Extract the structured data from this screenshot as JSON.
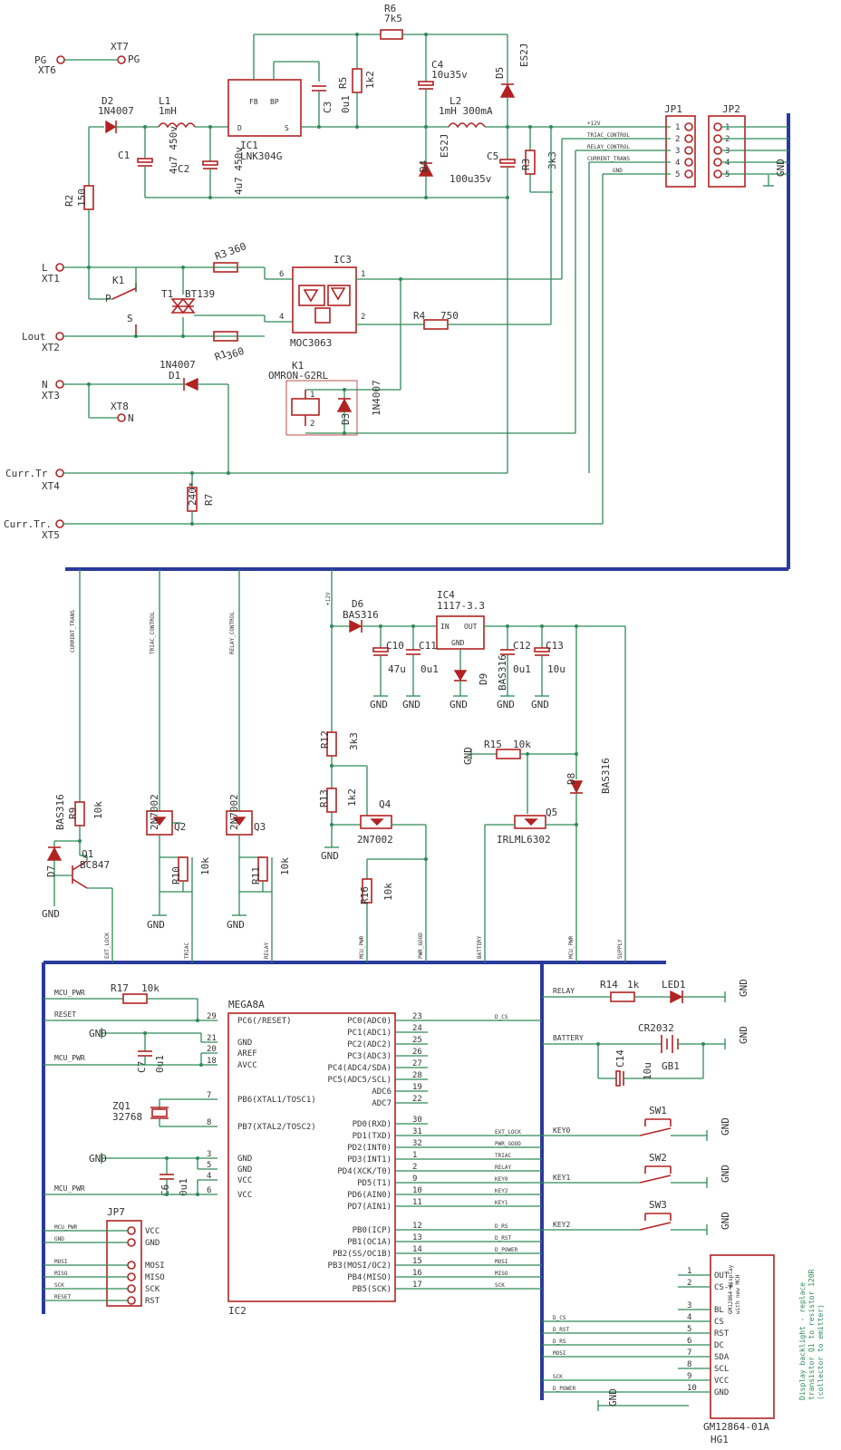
{
  "top": {
    "pg_label": "PG",
    "xt6": "XT6",
    "xt7": "XT7",
    "pg2": "PG",
    "d2": "D2",
    "d2_part": "1N4007",
    "l1": "L1",
    "l1_val": "1mH",
    "ic1_fb": "FB",
    "ic1_bp": "BP",
    "ic1_d": "D",
    "ic1_s": "S",
    "ic1": "IC1",
    "ic1_part": "LNK304G",
    "c3": "C3",
    "c3_val": "0u1",
    "r6": "R6",
    "r6_val": "7k5",
    "r5": "R5",
    "r5_val": "1k2",
    "c4": "C4",
    "c4_val": "10u35v",
    "d5": "D5",
    "d5_part": "ES2J",
    "l2": "L2",
    "l2_val": "1mH 300mA",
    "c1": "C1",
    "c1_val": "4u7 450v",
    "c2": "C2",
    "c2_val": "4u7 450v",
    "d4": "D4",
    "d4_part": "ES2J",
    "c5": "C5",
    "c5_val": "100u35v",
    "r3b": "R3",
    "r3b_val": "3k3",
    "r2": "R2",
    "r2_val": "150",
    "jp1": "JP1",
    "jp2": "JP2",
    "jp1_pins": [
      "1",
      "2",
      "3",
      "4",
      "5"
    ],
    "nets": [
      "+12V",
      "TRIAC_CONTROL",
      "RELAY_CONTROL",
      "CURRENT_TRANS",
      "GND"
    ],
    "gnd": "GND",
    "l_label": "L",
    "xt1": "XT1",
    "lout": "Lout",
    "xt2": "XT2",
    "n_label": "N",
    "xt3": "XT3",
    "xt8": "XT8",
    "n2": "N",
    "currtr": "Curr.Tr",
    "xt4": "XT4",
    "currtr2": "Curr.Tr.",
    "xt5": "XT5",
    "k1": "K1",
    "k1_p": "P",
    "k1_s": "S",
    "t1": "T1",
    "t1_part": "BT139",
    "r3": "R3",
    "r3_val": "360",
    "r1": "R1",
    "r1_val": "360",
    "ic3": "IC3",
    "ic3_part": "MOC3063",
    "ic3_p6": "6",
    "ic3_p4": "4",
    "ic3_p1": "1",
    "ic3_p2": "2",
    "r4": "R4",
    "r4_val": "750",
    "k1b": "K1",
    "k1b_part": "OMRON-G2RL",
    "k1b_p1": "1",
    "k1b_p2": "2",
    "d3": "D3",
    "d3_part": "1N4007",
    "d1": "D1",
    "d1_part": "1N4007",
    "r7": "R7",
    "r7_val": "240*"
  },
  "mid": {
    "current_trans": "CURRENT_TRANS",
    "triac_control": "TRIAC_CONTROL",
    "relay_control": "RELAY_CONTROL",
    "plus12": "+12V",
    "d6": "D6",
    "d6_part": "BAS316",
    "ic4": "IC4",
    "ic4_part": "1117-3.3",
    "ic4_in": "IN",
    "ic4_out": "OUT",
    "ic4_gnd": "GND",
    "c10": "C10",
    "c10_val": "47u",
    "c11": "C11",
    "c11_val": "0u1",
    "d9": "D9",
    "d9_part": "BAS316",
    "c12": "C12",
    "c12_val": "0u1",
    "c13": "C13",
    "c13_val": "10u",
    "gnd": "GND",
    "r12": "R12",
    "r12_val": "3k3",
    "r13": "R13",
    "r13_val": "1k2",
    "q4": "Q4",
    "q4_part": "2N7002",
    "r15": "R15",
    "r15_val": "10k",
    "q5": "Q5",
    "q5_part": "IRLML6302",
    "d8": "D8",
    "d8_part": "BAS316",
    "r16": "R16",
    "r16_val": "10k",
    "r9": "R9",
    "r9_val": "10k",
    "d7": "D7",
    "d7_part": "BAS316",
    "q1": "Q1",
    "q1_part": "BC847",
    "q2": "Q2",
    "q2_part": "2N7002",
    "r10": "R10",
    "r10_val": "10k",
    "q3": "Q3",
    "q3_part": "2N7002",
    "r11": "R11",
    "r11_val": "10k",
    "ext_lock": "EXT_LOCK",
    "triac": "TRIAC",
    "relay": "RELAY",
    "mcu_pwr": "MCU_PWR",
    "pwr_good": "PWR_GOOD",
    "battery": "BATTERY",
    "mcu_pwr2": "MCU_PWR",
    "supply": "SUPPLY"
  },
  "bottom": {
    "mcu_pwr": "MCU_PWR",
    "r17": "R17",
    "r17_val": "10k",
    "reset": "RESET",
    "gnd": "GND",
    "c7": "C7",
    "c7_val": "0u1",
    "mcu_pwr2": "MCU_PWR",
    "ic2_part": "MEGA8A",
    "ic2": "IC2",
    "zq1": "ZQ1",
    "zq1_val": "32768",
    "c6": "C6",
    "c6_val": "0u1",
    "mcu_pwr3": "MCU_PWR",
    "left_pins": [
      {
        "num": "29",
        "name": "PC6(/RESET)"
      },
      {
        "num": "21",
        "name": "GND"
      },
      {
        "num": "20",
        "name": "AREF"
      },
      {
        "num": "18",
        "name": "AVCC"
      },
      {
        "num": "7",
        "name": "PB6(XTAL1/TOSC1)"
      },
      {
        "num": "8",
        "name": "PB7(XTAL2/TOSC2)"
      },
      {
        "num": "3",
        "name": "GND"
      },
      {
        "num": "5",
        "name": "GND"
      },
      {
        "num": "4",
        "name": "VCC"
      },
      {
        "num": "6",
        "name": "VCC"
      }
    ],
    "right_pins": [
      {
        "num": "23",
        "name": "PC0(ADC0)",
        "net": "D_CS"
      },
      {
        "num": "24",
        "name": "PC1(ADC1)",
        "net": ""
      },
      {
        "num": "25",
        "name": "PC2(ADC2)",
        "net": ""
      },
      {
        "num": "26",
        "name": "PC3(ADC3)",
        "net": ""
      },
      {
        "num": "27",
        "name": "PC4(ADC4/SDA)",
        "net": ""
      },
      {
        "num": "28",
        "name": "PC5(ADC5/SCL)",
        "net": ""
      },
      {
        "num": "19",
        "name": "ADC6",
        "net": ""
      },
      {
        "num": "22",
        "name": "ADC7",
        "net": ""
      },
      {
        "num": "30",
        "name": "PD0(RXD)",
        "net": ""
      },
      {
        "num": "31",
        "name": "PD1(TXD)",
        "net": "EXT_LOCK"
      },
      {
        "num": "32",
        "name": "PD2(INT0)",
        "net": "PWR_GOOD"
      },
      {
        "num": "1",
        "name": "PD3(INT1)",
        "net": "TRIAC"
      },
      {
        "num": "2",
        "name": "PD4(XCK/T0)",
        "net": "RELAY"
      },
      {
        "num": "9",
        "name": "PD5(T1)",
        "net": "KEY0"
      },
      {
        "num": "10",
        "name": "PD6(AIN0)",
        "net": "KEY2"
      },
      {
        "num": "11",
        "name": "PD7(AIN1)",
        "net": "KEY1"
      },
      {
        "num": "12",
        "name": "PB0(ICP)",
        "net": "D_RS"
      },
      {
        "num": "13",
        "name": "PB1(OC1A)",
        "net": "D_RST"
      },
      {
        "num": "14",
        "name": "PB2(SS/OC1B)",
        "net": "D_POWER"
      },
      {
        "num": "15",
        "name": "PB3(MOSI/OC2)",
        "net": "MOSI"
      },
      {
        "num": "16",
        "name": "PB4(MISO)",
        "net": "MISO"
      },
      {
        "num": "17",
        "name": "PB5(SCK)",
        "net": "SCK"
      }
    ],
    "jp7": "JP7",
    "jp7_pins": [
      "VCC",
      "GND",
      "MOSI",
      "MISO",
      "SCK",
      "RST"
    ],
    "jp7_nets": [
      "MCU_PWR",
      "GND",
      "MOSI",
      "MISO",
      "SCK",
      "RESET"
    ],
    "relay": "RELAY",
    "r14": "R14",
    "r14_val": "1k",
    "led1": "LED1",
    "battery": "BATTERY",
    "cr2032": "CR2032",
    "gb1": "GB1",
    "c14": "C14",
    "c14_val": "10u",
    "sw1": "SW1",
    "sw2": "SW2",
    "sw3": "SW3",
    "key0": "KEY0",
    "key1": "KEY1",
    "key2": "KEY2",
    "lcd_pins": [
      {
        "num": "1",
        "name": "OUT"
      },
      {
        "num": "2",
        "name": "CS-F"
      },
      {
        "num": "3",
        "name": "BL"
      },
      {
        "num": "4",
        "name": "CS"
      },
      {
        "num": "5",
        "name": "RST"
      },
      {
        "num": "6",
        "name": "DC"
      },
      {
        "num": "7",
        "name": "SDA"
      },
      {
        "num": "8",
        "name": "SCL"
      },
      {
        "num": "9",
        "name": "VCC"
      },
      {
        "num": "10",
        "name": "GND"
      }
    ],
    "lcd_nets": [
      "D_CS",
      "D_RST",
      "D_RS",
      "MOSI",
      "SCK",
      "D_POWER"
    ],
    "lcd_part": "GM12864-01A",
    "hg1": "HG1",
    "note": "Display backlight - replace transistor Q1 to resistor 120R (collector to emitter)"
  }
}
